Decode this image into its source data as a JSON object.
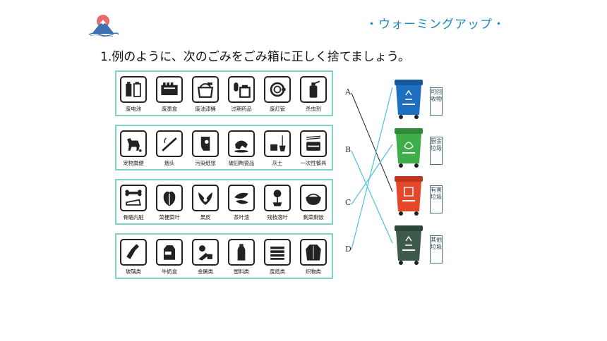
{
  "header": {
    "section_title": "・ウォーミングアップ・"
  },
  "question": "1.例のように、次のごみをごみ箱に正しく捨てましょう。",
  "rows": [
    {
      "items": [
        {
          "label": "废电池",
          "icon": "battery-icon"
        },
        {
          "label": "废墨盒",
          "icon": "ink-cartridge-icon"
        },
        {
          "label": "废油漆桶",
          "icon": "paint-bucket-icon"
        },
        {
          "label": "过期药品",
          "icon": "medicine-icon"
        },
        {
          "label": "废灯管",
          "icon": "lamp-tube-icon"
        },
        {
          "label": "杀虫剂",
          "icon": "pesticide-icon"
        }
      ]
    },
    {
      "items": [
        {
          "label": "宠物粪便",
          "icon": "pet-waste-icon"
        },
        {
          "label": "烟头",
          "icon": "cigarette-icon"
        },
        {
          "label": "污染纸张",
          "icon": "dirty-paper-icon"
        },
        {
          "label": "破旧陶瓷品",
          "icon": "broken-ceramic-icon"
        },
        {
          "label": "灰土",
          "icon": "dust-broom-icon"
        },
        {
          "label": "一次性餐具",
          "icon": "disposable-tableware-icon"
        }
      ]
    },
    {
      "items": [
        {
          "label": "骨骼内脏",
          "icon": "bone-icon"
        },
        {
          "label": "菜梗菜叶",
          "icon": "vegetable-icon"
        },
        {
          "label": "果皮",
          "icon": "fruit-peel-icon"
        },
        {
          "label": "茶叶渣",
          "icon": "tea-leaves-icon"
        },
        {
          "label": "残枝落叶",
          "icon": "fallen-leaves-icon"
        },
        {
          "label": "剩菜剩饭",
          "icon": "leftover-food-icon"
        }
      ]
    },
    {
      "items": [
        {
          "label": "玻璃类",
          "icon": "glass-bottle-icon"
        },
        {
          "label": "牛奶盒",
          "icon": "milk-carton-icon"
        },
        {
          "label": "金属类",
          "icon": "metal-icon"
        },
        {
          "label": "塑料类",
          "icon": "plastic-bottle-icon"
        },
        {
          "label": "废纸类",
          "icon": "waste-paper-icon"
        },
        {
          "label": "织物类",
          "icon": "clothing-icon"
        }
      ]
    }
  ],
  "letters": [
    "A",
    "B",
    "C",
    "D"
  ],
  "bins": [
    {
      "label": "可回收物",
      "color": "#1f6fc1",
      "lid": "#155a9e"
    },
    {
      "label": "厨余垃圾",
      "color": "#3fae4a",
      "lid": "#2e8a38"
    },
    {
      "label": "有害垃圾",
      "color": "#e5472b",
      "lid": "#c0361d"
    },
    {
      "label": "其他垃圾",
      "color": "#3d5a4c",
      "lid": "#2c4639"
    }
  ],
  "colors": {
    "row_border": "#7fd0c6",
    "line_blue": "#4fc0e0",
    "line_black": "#222222",
    "title": "#1e88b8"
  }
}
